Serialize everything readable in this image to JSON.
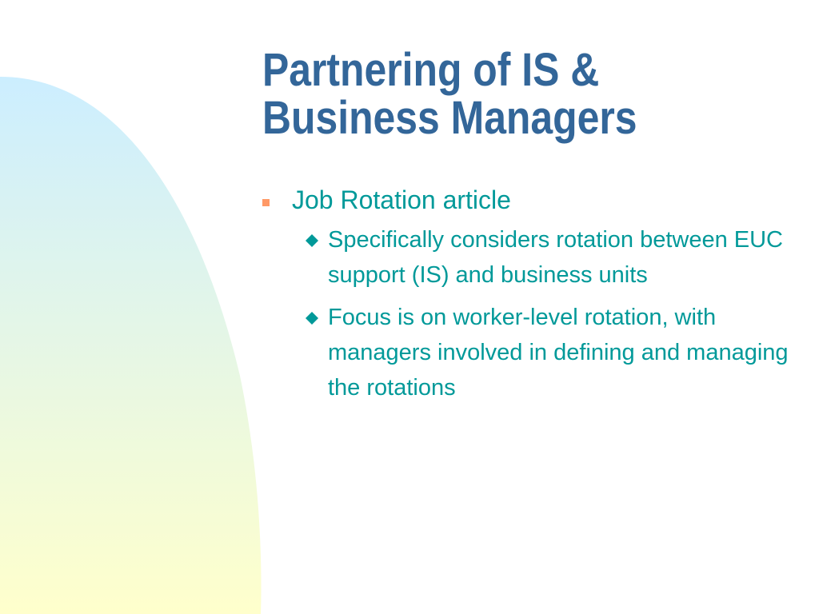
{
  "slide": {
    "title_line1": "Partnering of IS &",
    "title_line2": "Business Managers",
    "bullet_l1": "Job Rotation article",
    "sub_bullets": [
      "Specifically considers rotation between EUC support (IS) and business units",
      "Focus is on worker-level rotation, with managers involved in defining and managing the rotations"
    ]
  },
  "colors": {
    "title": "#336699",
    "body_text": "#009999",
    "square_bullet": "#ff9966",
    "gradient_top": "#cceeff",
    "gradient_bottom": "#ffffcc"
  }
}
